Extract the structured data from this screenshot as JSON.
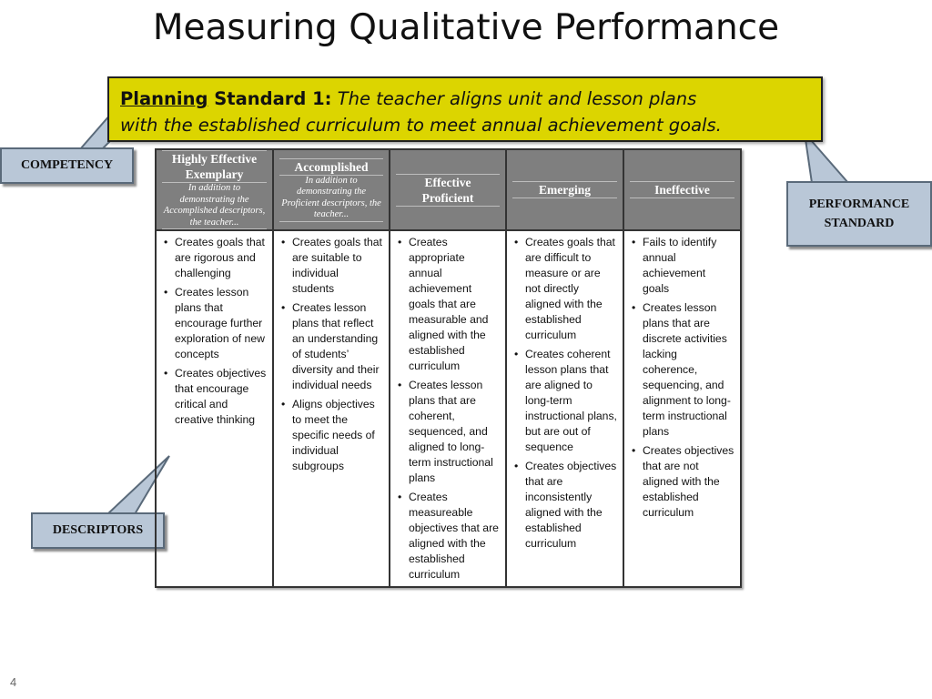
{
  "slide": {
    "title": "Measuring Qualitative Performance",
    "page_number": "4"
  },
  "standard": {
    "lead_underlined": "Planning",
    "lead_bold": " Standard 1:",
    "text_line1": "The teacher aligns unit and lesson plans",
    "text_line2": "with the established curriculum to meet annual achievement goals."
  },
  "callouts": {
    "competency": "COMPETENCY",
    "performance_line1": "PERFORMANCE",
    "performance_line2": "STANDARD",
    "descriptors": "DESCRIPTORS"
  },
  "colors": {
    "standard_box": "#dcd500",
    "callout_fill": "#b9c7d7",
    "header_fill": "#7f7f7f"
  },
  "rubric": {
    "columns": [
      {
        "level": "Highly Effective",
        "level2": "Exemplary",
        "note": "In addition to demonstrating the Accomplished descriptors, the teacher...",
        "items": [
          "Creates goals that are rigorous and challenging",
          "Creates lesson plans that encourage further exploration of new concepts",
          "Creates objectives that encourage critical and creative thinking"
        ]
      },
      {
        "level": "Accomplished",
        "note": "In addition to demonstrating the Proficient descriptors, the teacher...",
        "items": [
          "Creates goals that are suitable to individual students",
          "Creates lesson plans that reflect an understanding of students’ diversity and their individual needs",
          "Aligns objectives to meet the specific needs of individual subgroups"
        ]
      },
      {
        "level": "Effective",
        "level2": "Proficient",
        "items": [
          "Creates appropriate annual achievement goals that are measurable and aligned with the established curriculum",
          "Creates lesson plans that are coherent, sequenced, and aligned to long-term instructional plans",
          "Creates measureable objectives that are aligned with the established curriculum"
        ]
      },
      {
        "level": "Emerging",
        "items": [
          "Creates goals that are difficult to measure or are not directly aligned with the established curriculum",
          "Creates coherent lesson plans that are aligned to long-term instructional plans, but are out of sequence",
          "Creates objectives that are inconsistently aligned with the established curriculum"
        ]
      },
      {
        "level": "Ineffective",
        "items": [
          "Fails to identify annual achievement goals",
          "Creates lesson plans that are discrete activities lacking coherence, sequencing, and alignment to long-term instructional plans",
          "Creates objectives that are not aligned with the established curriculum"
        ]
      }
    ]
  }
}
